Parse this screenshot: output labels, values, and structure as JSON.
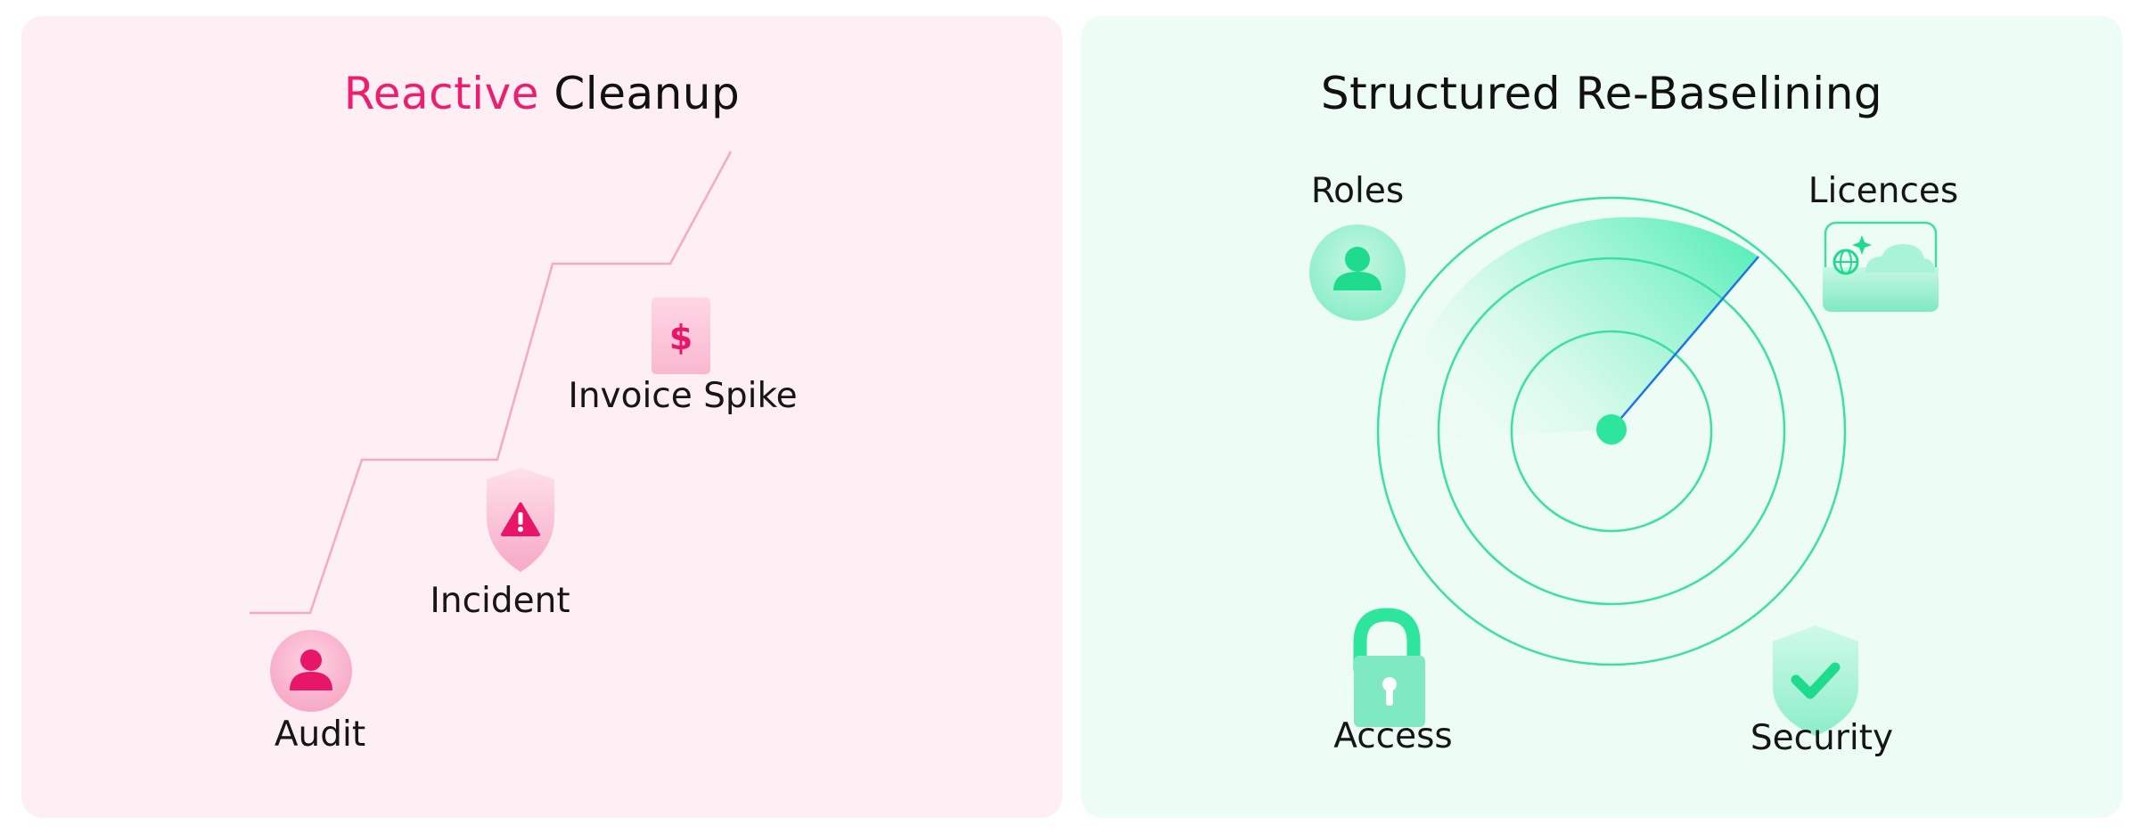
{
  "left": {
    "title_accent": "Reactive",
    "title_rest": " Cleanup",
    "steps": [
      {
        "label": "Audit",
        "icon": "user-icon"
      },
      {
        "label": "Incident",
        "icon": "warning-shield-icon"
      },
      {
        "label": "Invoice Spike",
        "icon": "dollar-document-icon"
      }
    ],
    "colors": {
      "accent": "#ec1f6f",
      "panel": "#fdeff4",
      "line": "#f4a9c4"
    }
  },
  "right": {
    "title": "Structured Re-Baselining",
    "items": [
      {
        "label": "Roles",
        "icon": "user-icon"
      },
      {
        "label": "Licences",
        "icon": "cloud-box-icon"
      },
      {
        "label": "Access",
        "icon": "lock-icon"
      },
      {
        "label": "Security",
        "icon": "check-shield-icon"
      }
    ],
    "colors": {
      "accent": "#2ee59d",
      "panel": "#edfcf4",
      "ring": "#3ddfa3"
    }
  }
}
